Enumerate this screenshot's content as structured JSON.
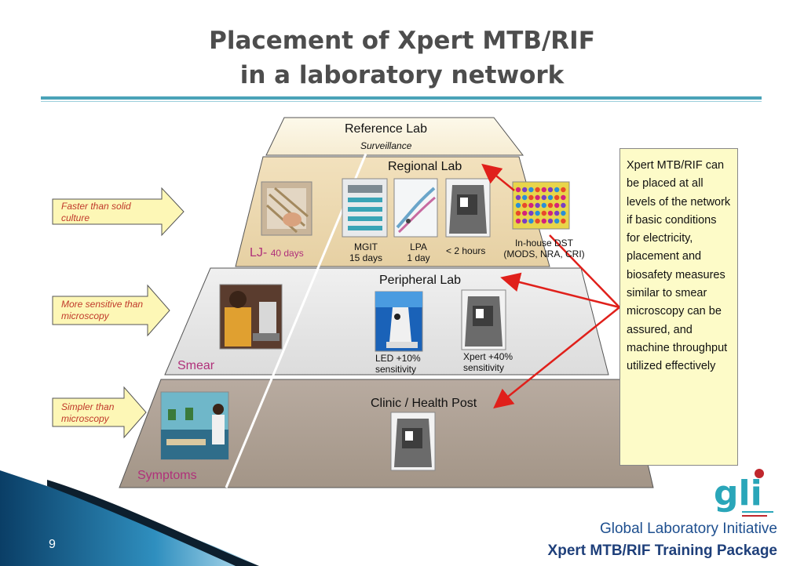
{
  "slide": {
    "title_line1": "Placement of Xpert MTB/RIF",
    "title_line2": "in a laboratory network",
    "page_number": "9"
  },
  "tiers": {
    "reference": {
      "title": "Reference Lab",
      "subtitle": "Surveillance"
    },
    "regional": {
      "title": "Regional Lab",
      "lj_prefix": "LJ-",
      "lj_days": "40 days",
      "mgit_line1": "MGIT",
      "mgit_line2": "15 days",
      "lpa_line1": "LPA",
      "lpa_line2": "1 day",
      "xpert_time": "< 2 hours",
      "dst_line1": "In-house DST",
      "dst_line2": "(MODS, NRA, CRI)"
    },
    "peripheral": {
      "title": "Peripheral Lab",
      "led_line1": "LED +10%",
      "led_line2": "sensitivity",
      "xpert_line1": "Xpert +40%",
      "xpert_line2": "sensitivity",
      "label": "Smear"
    },
    "clinic": {
      "title": "Clinic / Health Post",
      "label": "Symptoms"
    }
  },
  "side_arrows": {
    "faster": {
      "line1": "Faster than solid",
      "line2": "culture"
    },
    "sensitive": {
      "line1": "More sensitive than",
      "line2": "microscopy"
    },
    "simpler": {
      "line1": "Simpler than",
      "line2": "microscopy"
    }
  },
  "callout": {
    "text": "Xpert MTB/RIF can be placed at all levels of the network if basic conditions for electricity, placement and biosafety measures similar to smear microscopy can be assured, and machine throughput utilized effectively"
  },
  "footer": {
    "organization": "Global Laboratory Initiative",
    "package": "Xpert MTB/RIF Training Package",
    "logo_text": "gli"
  },
  "colors": {
    "accent_rule": "#4aa3b8",
    "arrow_red": "#e0201b",
    "tier_label": "#b0307a",
    "footer_blue": "#1e4f8f",
    "callout_bg": "#fdfbc8",
    "arrow_fill": "#fdf7b6"
  }
}
